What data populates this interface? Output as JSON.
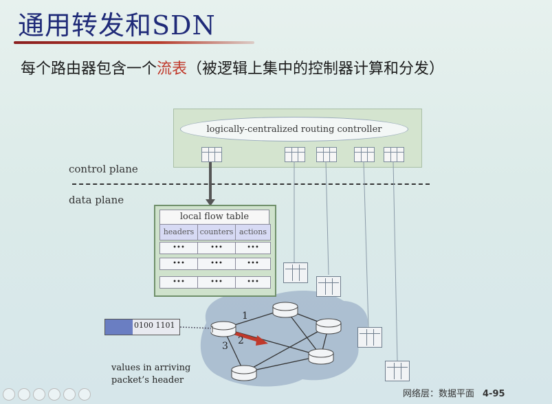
{
  "slide": {
    "title": "通用转发和SDN",
    "subtitle_pre": "每个路由器包含一个",
    "subtitle_hl": "流表",
    "subtitle_post": "（被逻辑上集中的控制器计算和分发）"
  },
  "diagram": {
    "controller_label": "logically-centralized routing controller",
    "control_plane": "control plane",
    "data_plane": "data plane",
    "flow_table_title": "local flow table",
    "columns": [
      "headers",
      "counters",
      "actions"
    ],
    "cell_text": "•••",
    "packet_bits": "0100 1101",
    "packet_caption_1": "values in arriving",
    "packet_caption_2": "packet’s header",
    "port_labels": [
      "1",
      "2",
      "3"
    ]
  },
  "footer": {
    "section": "网络层：数据平面",
    "page": "4-95"
  },
  "colors": {
    "title": "#1f2a78",
    "highlight": "#c0392b",
    "controller_bg": "#d4e4cf",
    "flow_arrow": "#c0392b"
  }
}
